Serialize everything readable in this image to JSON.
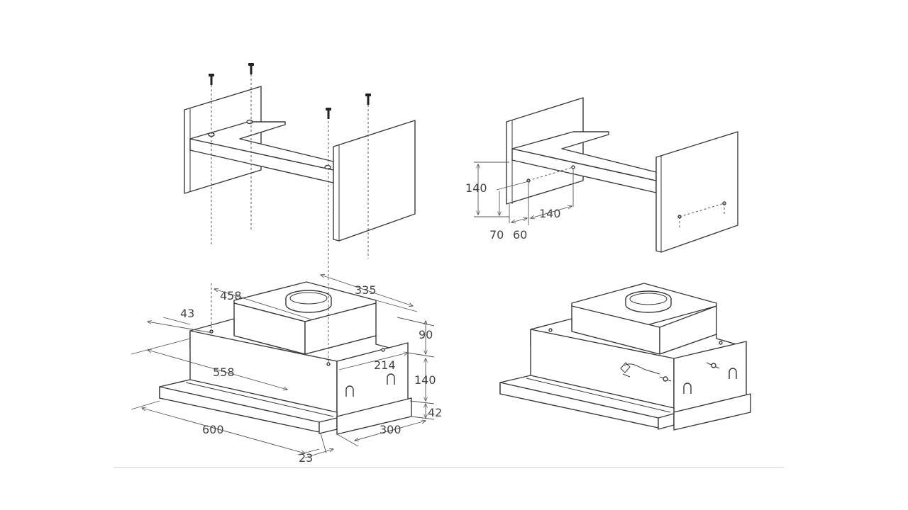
{
  "dimensions": {
    "bracket": {
      "h140": "140",
      "h70": "70",
      "w60": "60",
      "w140": "140"
    },
    "hood": {
      "d458": "458",
      "d335": "335",
      "d43": "43",
      "d90": "90",
      "d558": "558",
      "d214": "214",
      "d140": "140",
      "d42": "42",
      "d600": "600",
      "d300": "300",
      "d23": "23"
    }
  },
  "colors": {
    "line": "#3a3a3a",
    "background": "#ffffff"
  }
}
